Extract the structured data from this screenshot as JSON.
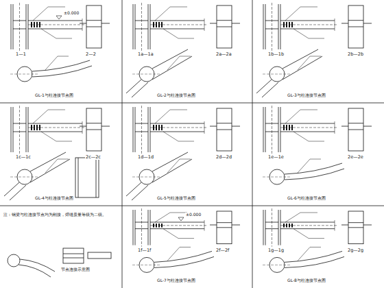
{
  "diagram": {
    "labels": [
      "1—1",
      "2—2",
      "GL-1与柱连接节点图",
      "±0.000",
      "1a—1a",
      "2a—2a",
      "GL-2与柱连接节点图",
      "1b—1b",
      "2b—2b",
      "GL-3与柱连接节点图",
      "1c—1c",
      "2c—2c",
      "GL-4与柱连接节点图",
      "1d—1d",
      "2d—2d",
      "GL-5与柱连接节点图",
      "1e—1e",
      "2e—2e",
      "GL-6与柱连接节点图",
      "1f—1f",
      "2f—2f",
      "GL-7与柱连接节点图",
      "±0.000",
      "1g—1g",
      "2g—2g",
      "GL-8与柱连接节点图",
      "注：钢梁与柱连接节点均为刚接，焊缝质量等级为二级。",
      "节点连接示意图"
    ]
  }
}
